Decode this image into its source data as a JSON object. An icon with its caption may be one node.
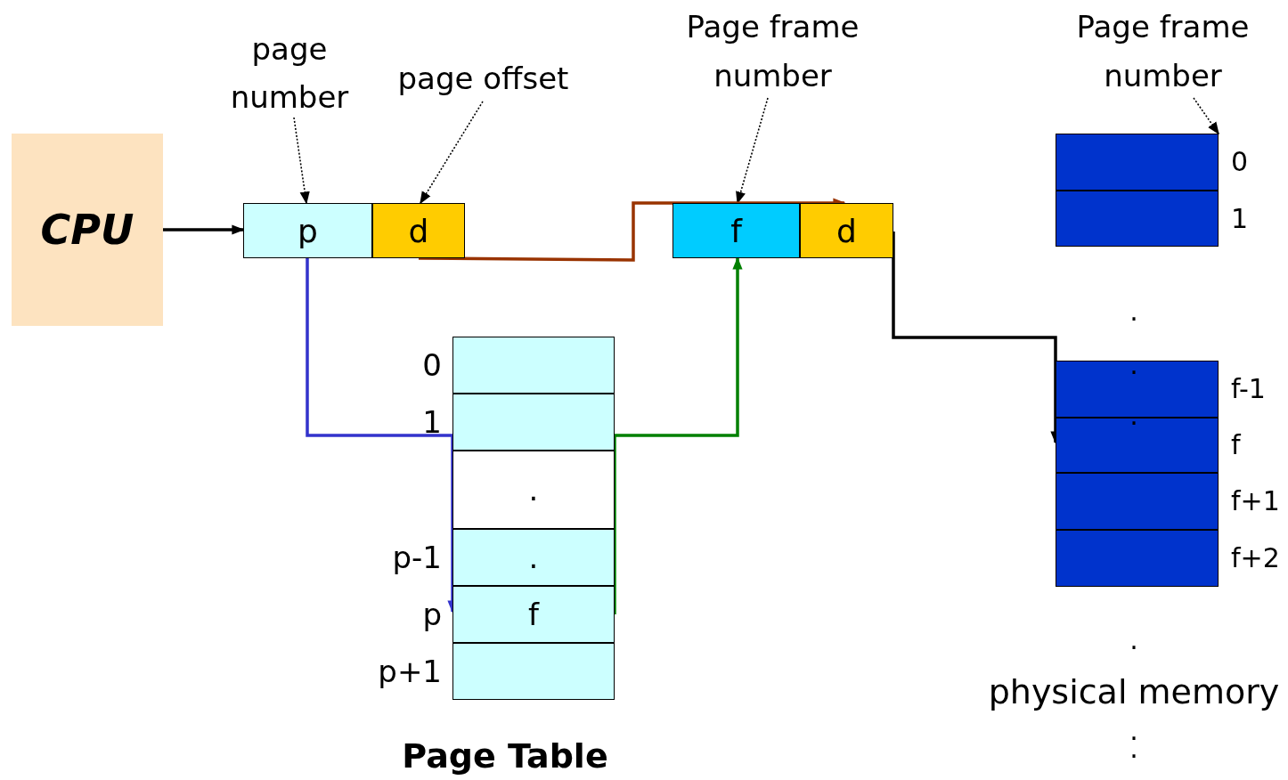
{
  "diagram": {
    "nodes": [
      {
        "text": [
          "CPU"
        ]
      },
      {
        "text": [
          "page number"
        ]
      },
      {
        "text": [
          "page offset"
        ]
      },
      {
        "text": [
          "Page frame number"
        ]
      },
      {
        "text": [
          "Page frame number"
        ]
      },
      {
        "text": [
          "p"
        ]
      },
      {
        "text": [
          "d"
        ]
      },
      {
        "text": [
          "f"
        ]
      },
      {
        "text": [
          "d"
        ]
      },
      {
        "text": [],
        "shape": "box",
        "beside": [
          "0"
        ]
      },
      {
        "text": [],
        "shape": "box",
        "beside": [
          "1"
        ]
      },
      {
        "text": [],
        "shape": "box",
        "beside": [
          "0"
        ]
      },
      {
        "text": [],
        "shape": "box",
        "beside": [
          "1"
        ]
      },
      {
        "text": [
          "."
        ]
      },
      {
        "text": [
          "."
        ],
        "beside": [
          "p-1"
        ]
      },
      {
        "text": [
          "f"
        ],
        "beside": [
          "p"
        ]
      },
      {
        "text": [],
        "shape": "box",
        "beside": [
          "p+1"
        ]
      },
      {
        "text": [],
        "shape": "box",
        "beside": [
          "f-1"
        ]
      },
      {
        "text": [],
        "shape": "box",
        "beside": [
          "f"
        ]
      },
      {
        "text": [],
        "shape": "box",
        "beside": [
          "f+1"
        ]
      },
      {
        "text": [],
        "shape": "box",
        "beside": [
          "f+2"
        ]
      }
    ],
    "edges": [
      {
        "from": 0,
        "to": 5,
        "arrow": "to"
      },
      {
        "from": 1,
        "to": 5,
        "arrow": "to",
        "style": "dashed"
      },
      {
        "from": 2,
        "to": 6,
        "arrow": "to",
        "style": "dashed"
      },
      {
        "from": 3,
        "to": 7,
        "arrow": "to",
        "style": "dashed"
      },
      {
        "from": 4,
        "to": 9,
        "arrow": "to",
        "style": "dashed"
      },
      {
        "from": 6,
        "to": 8,
        "arrow": "to",
        "color": "#993300"
      },
      {
        "from": 5,
        "to": 15,
        "arrow": "to",
        "color": "#3333cc"
      },
      {
        "from": 15,
        "to": 7,
        "arrow": "to",
        "color": "#008000"
      },
      {
        "from": 8,
        "to": 18,
        "arrow": "to"
      }
    ],
    "labels": [
      ".",
      ".",
      ".",
      ".",
      "physical memory",
      ".",
      ".",
      "Page Table"
    ]
  }
}
